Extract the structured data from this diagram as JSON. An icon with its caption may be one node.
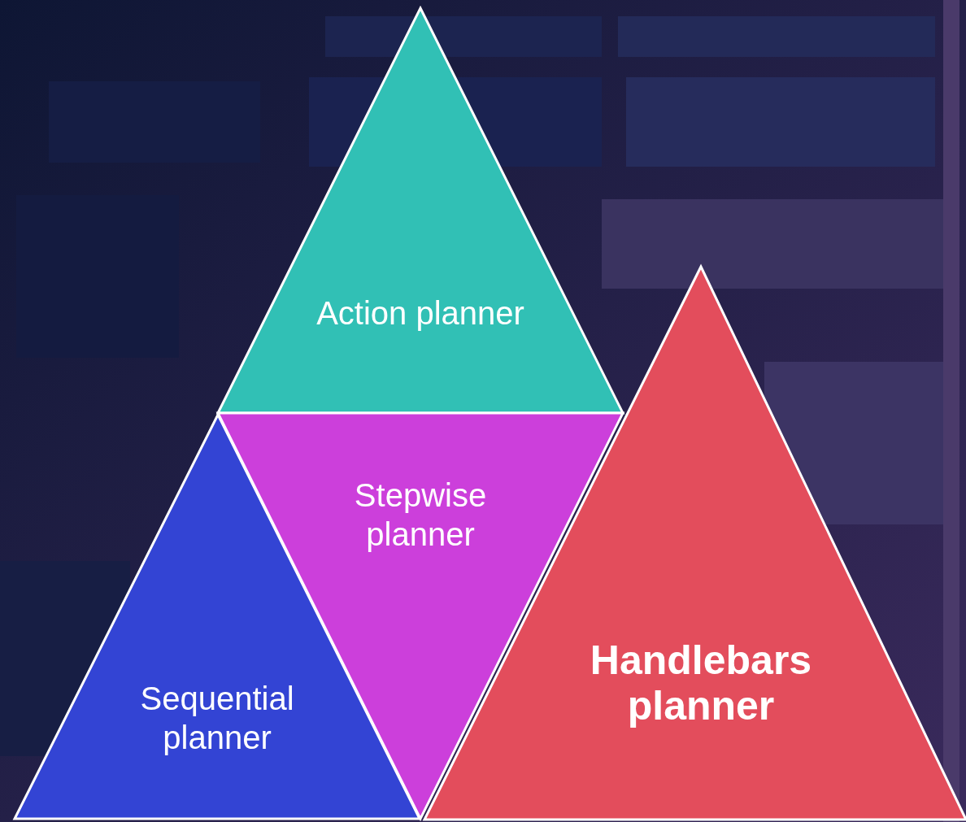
{
  "diagram": {
    "nodes": [
      {
        "text": [
          "Action planner"
        ]
      },
      {
        "text": [
          "Stepwise planner"
        ]
      },
      {
        "text": [
          "Sequential planner"
        ]
      },
      {
        "text": [
          "Handlebars planner"
        ]
      }
    ]
  }
}
